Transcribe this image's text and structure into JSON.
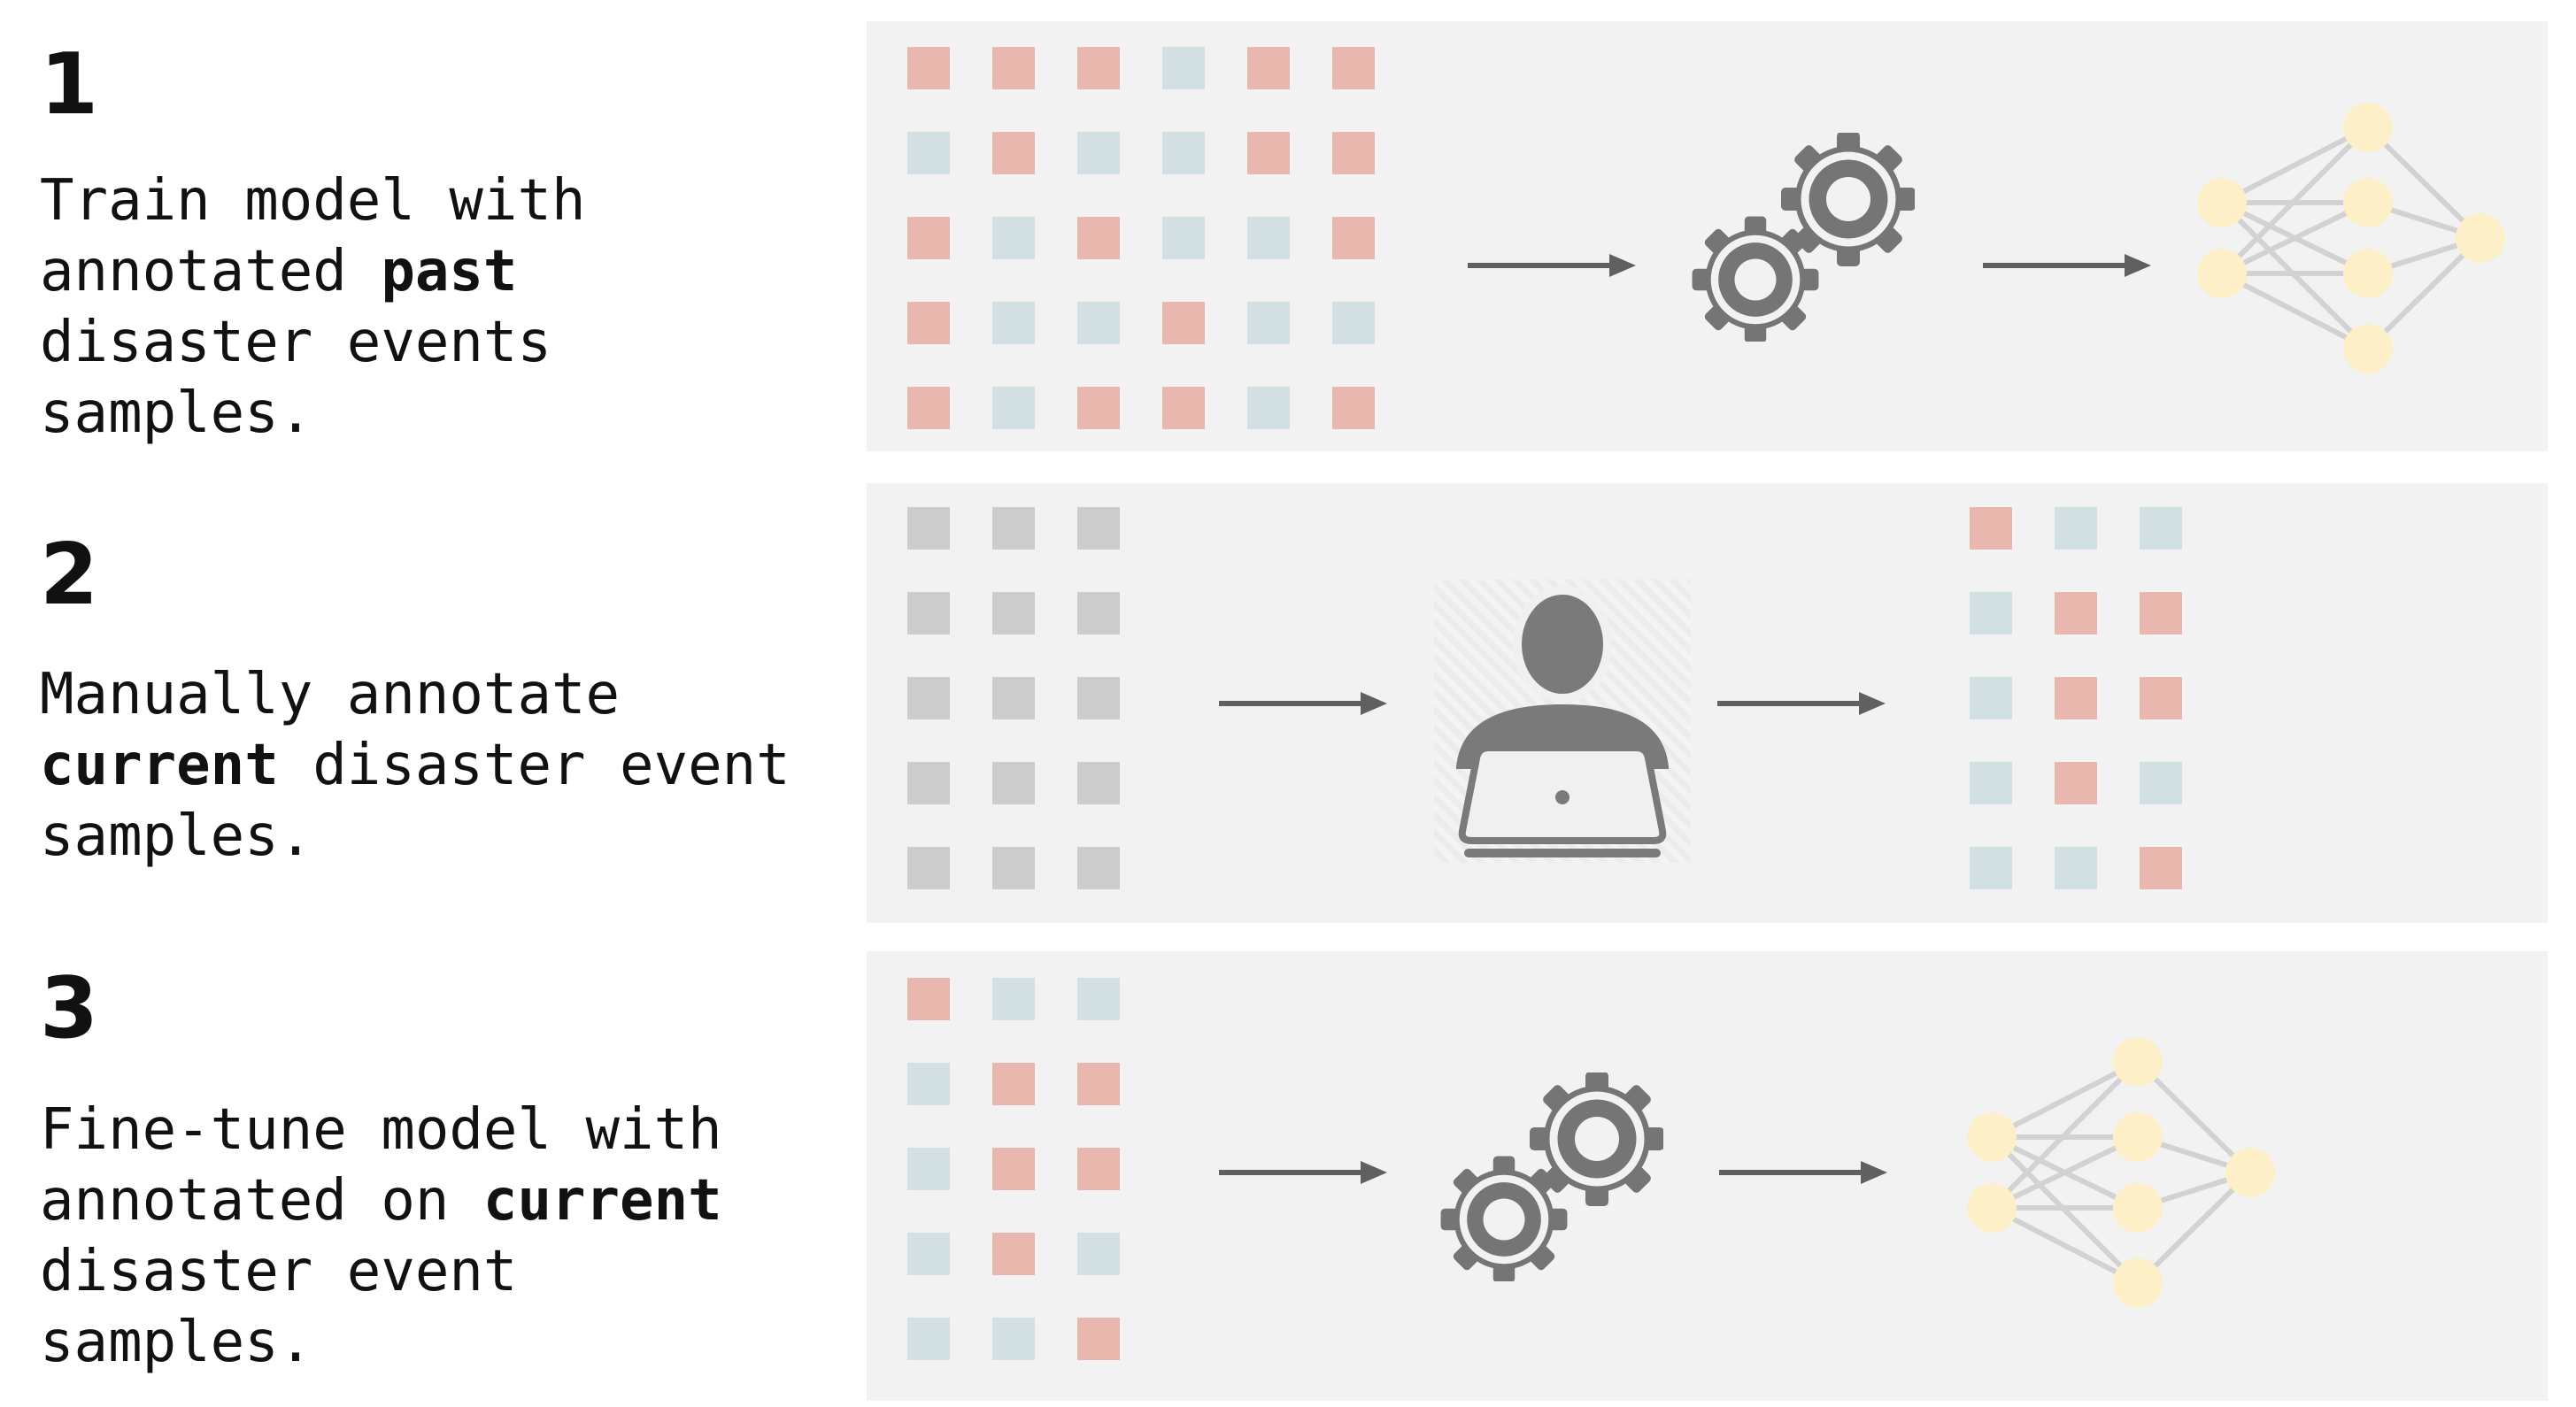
{
  "colors": {
    "background": "#ffffff",
    "panel": "#f2f2f2",
    "square_salmon": "#e8b7ae",
    "square_blue": "#d3e0e3",
    "square_gray": "#cccccc",
    "node_yellow": "#fdf0c8",
    "edge_gray": "#d2d2d2",
    "icon_gray": "#757575",
    "person_gray": "#7a7a7a",
    "arrow_gray": "#606060",
    "text_black": "#111111"
  },
  "square_legend": {
    "R": "square_salmon",
    "B": "square_blue",
    "G": "square_gray"
  },
  "steps": [
    {
      "number": "1",
      "description_lines": [
        {
          "parts": [
            {
              "t": "Train model with"
            }
          ]
        },
        {
          "parts": [
            {
              "t": "annotated "
            },
            {
              "t": "past",
              "b": true
            }
          ]
        },
        {
          "parts": [
            {
              "t": "disaster events"
            }
          ]
        },
        {
          "parts": [
            {
              "t": "samples."
            }
          ]
        }
      ],
      "input_grid": {
        "cols": 6,
        "pattern": [
          [
            "R",
            "R",
            "R",
            "B",
            "R",
            "R"
          ],
          [
            "B",
            "R",
            "B",
            "B",
            "R",
            "R"
          ],
          [
            "R",
            "B",
            "R",
            "B",
            "B",
            "R"
          ],
          [
            "R",
            "B",
            "B",
            "R",
            "B",
            "B"
          ],
          [
            "R",
            "B",
            "R",
            "R",
            "B",
            "R"
          ]
        ]
      },
      "process_icon": "gears-icon",
      "output_icon": "neural-network-icon"
    },
    {
      "number": "2",
      "description_lines": [
        {
          "parts": [
            {
              "t": "Manually annotate"
            }
          ]
        },
        {
          "parts": [
            {
              "t": "current",
              "b": true
            },
            {
              "t": " disaster event"
            }
          ]
        },
        {
          "parts": [
            {
              "t": "samples."
            }
          ]
        }
      ],
      "input_grid": {
        "cols": 3,
        "pattern": [
          [
            "G",
            "G",
            "G"
          ],
          [
            "G",
            "G",
            "G"
          ],
          [
            "G",
            "G",
            "G"
          ],
          [
            "G",
            "G",
            "G"
          ],
          [
            "G",
            "G",
            "G"
          ]
        ]
      },
      "process_icon": "human-annotator-icon",
      "output_grid": {
        "cols": 3,
        "pattern": [
          [
            "R",
            "B",
            "B"
          ],
          [
            "B",
            "R",
            "R"
          ],
          [
            "B",
            "R",
            "R"
          ],
          [
            "B",
            "R",
            "B"
          ],
          [
            "B",
            "B",
            "R"
          ]
        ]
      }
    },
    {
      "number": "3",
      "description_lines": [
        {
          "parts": [
            {
              "t": "Fine-tune model with"
            }
          ]
        },
        {
          "parts": [
            {
              "t": "annotated on "
            },
            {
              "t": "current",
              "b": true
            }
          ]
        },
        {
          "parts": [
            {
              "t": "disaster event"
            }
          ]
        },
        {
          "parts": [
            {
              "t": "samples."
            }
          ]
        }
      ],
      "input_grid": {
        "cols": 3,
        "pattern": [
          [
            "R",
            "B",
            "B"
          ],
          [
            "B",
            "R",
            "R"
          ],
          [
            "B",
            "R",
            "R"
          ],
          [
            "B",
            "R",
            "B"
          ],
          [
            "B",
            "B",
            "R"
          ]
        ]
      },
      "process_icon": "gears-icon",
      "output_icon": "neural-network-icon"
    }
  ]
}
